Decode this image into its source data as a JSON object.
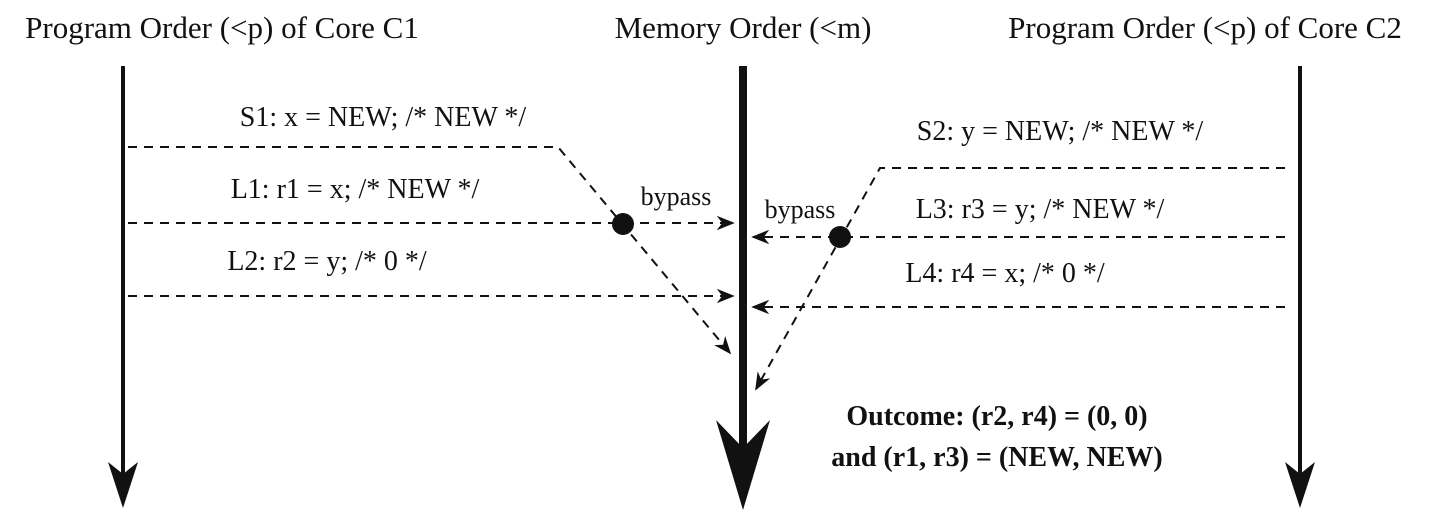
{
  "headers": {
    "core1": "Program Order (<p) of Core C1",
    "memory": "Memory Order (<m)",
    "core2": "Program Order (<p) of Core C2"
  },
  "core1_ops": {
    "s1": "S1: x = NEW; /* NEW */",
    "l1": "L1: r1 = x; /* NEW */",
    "l2": "L2: r2 = y; /* 0 */"
  },
  "core2_ops": {
    "s2": "S2: y = NEW; /* NEW */",
    "l3": "L3: r3 = y; /* NEW */",
    "l4": "L4: r4 = x; /* 0 */"
  },
  "bypass": {
    "left": "bypass",
    "right": "bypass"
  },
  "outcome": {
    "line1": "Outcome: (r2, r4) = (0, 0)",
    "line2": "and (r1, r3) = (NEW, NEW)"
  }
}
